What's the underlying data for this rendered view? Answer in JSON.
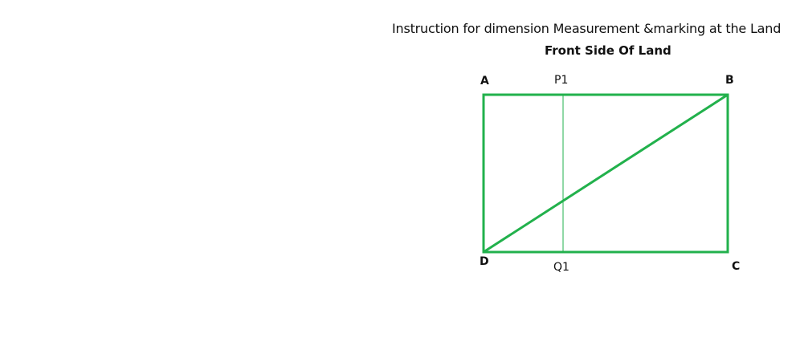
{
  "header": {
    "title": "Instruction for dimension Measurement &marking at the Land",
    "subtitle": "Front Side Of Land"
  },
  "diagram": {
    "labels": {
      "A": "A",
      "B": "B",
      "C": "C",
      "D": "D",
      "P1": "P1",
      "Q1": "Q1"
    },
    "colors": {
      "rectangle": "#22b14c",
      "diagonal": "#22b14c",
      "divider": "#22b14c",
      "text": "#111111"
    }
  }
}
